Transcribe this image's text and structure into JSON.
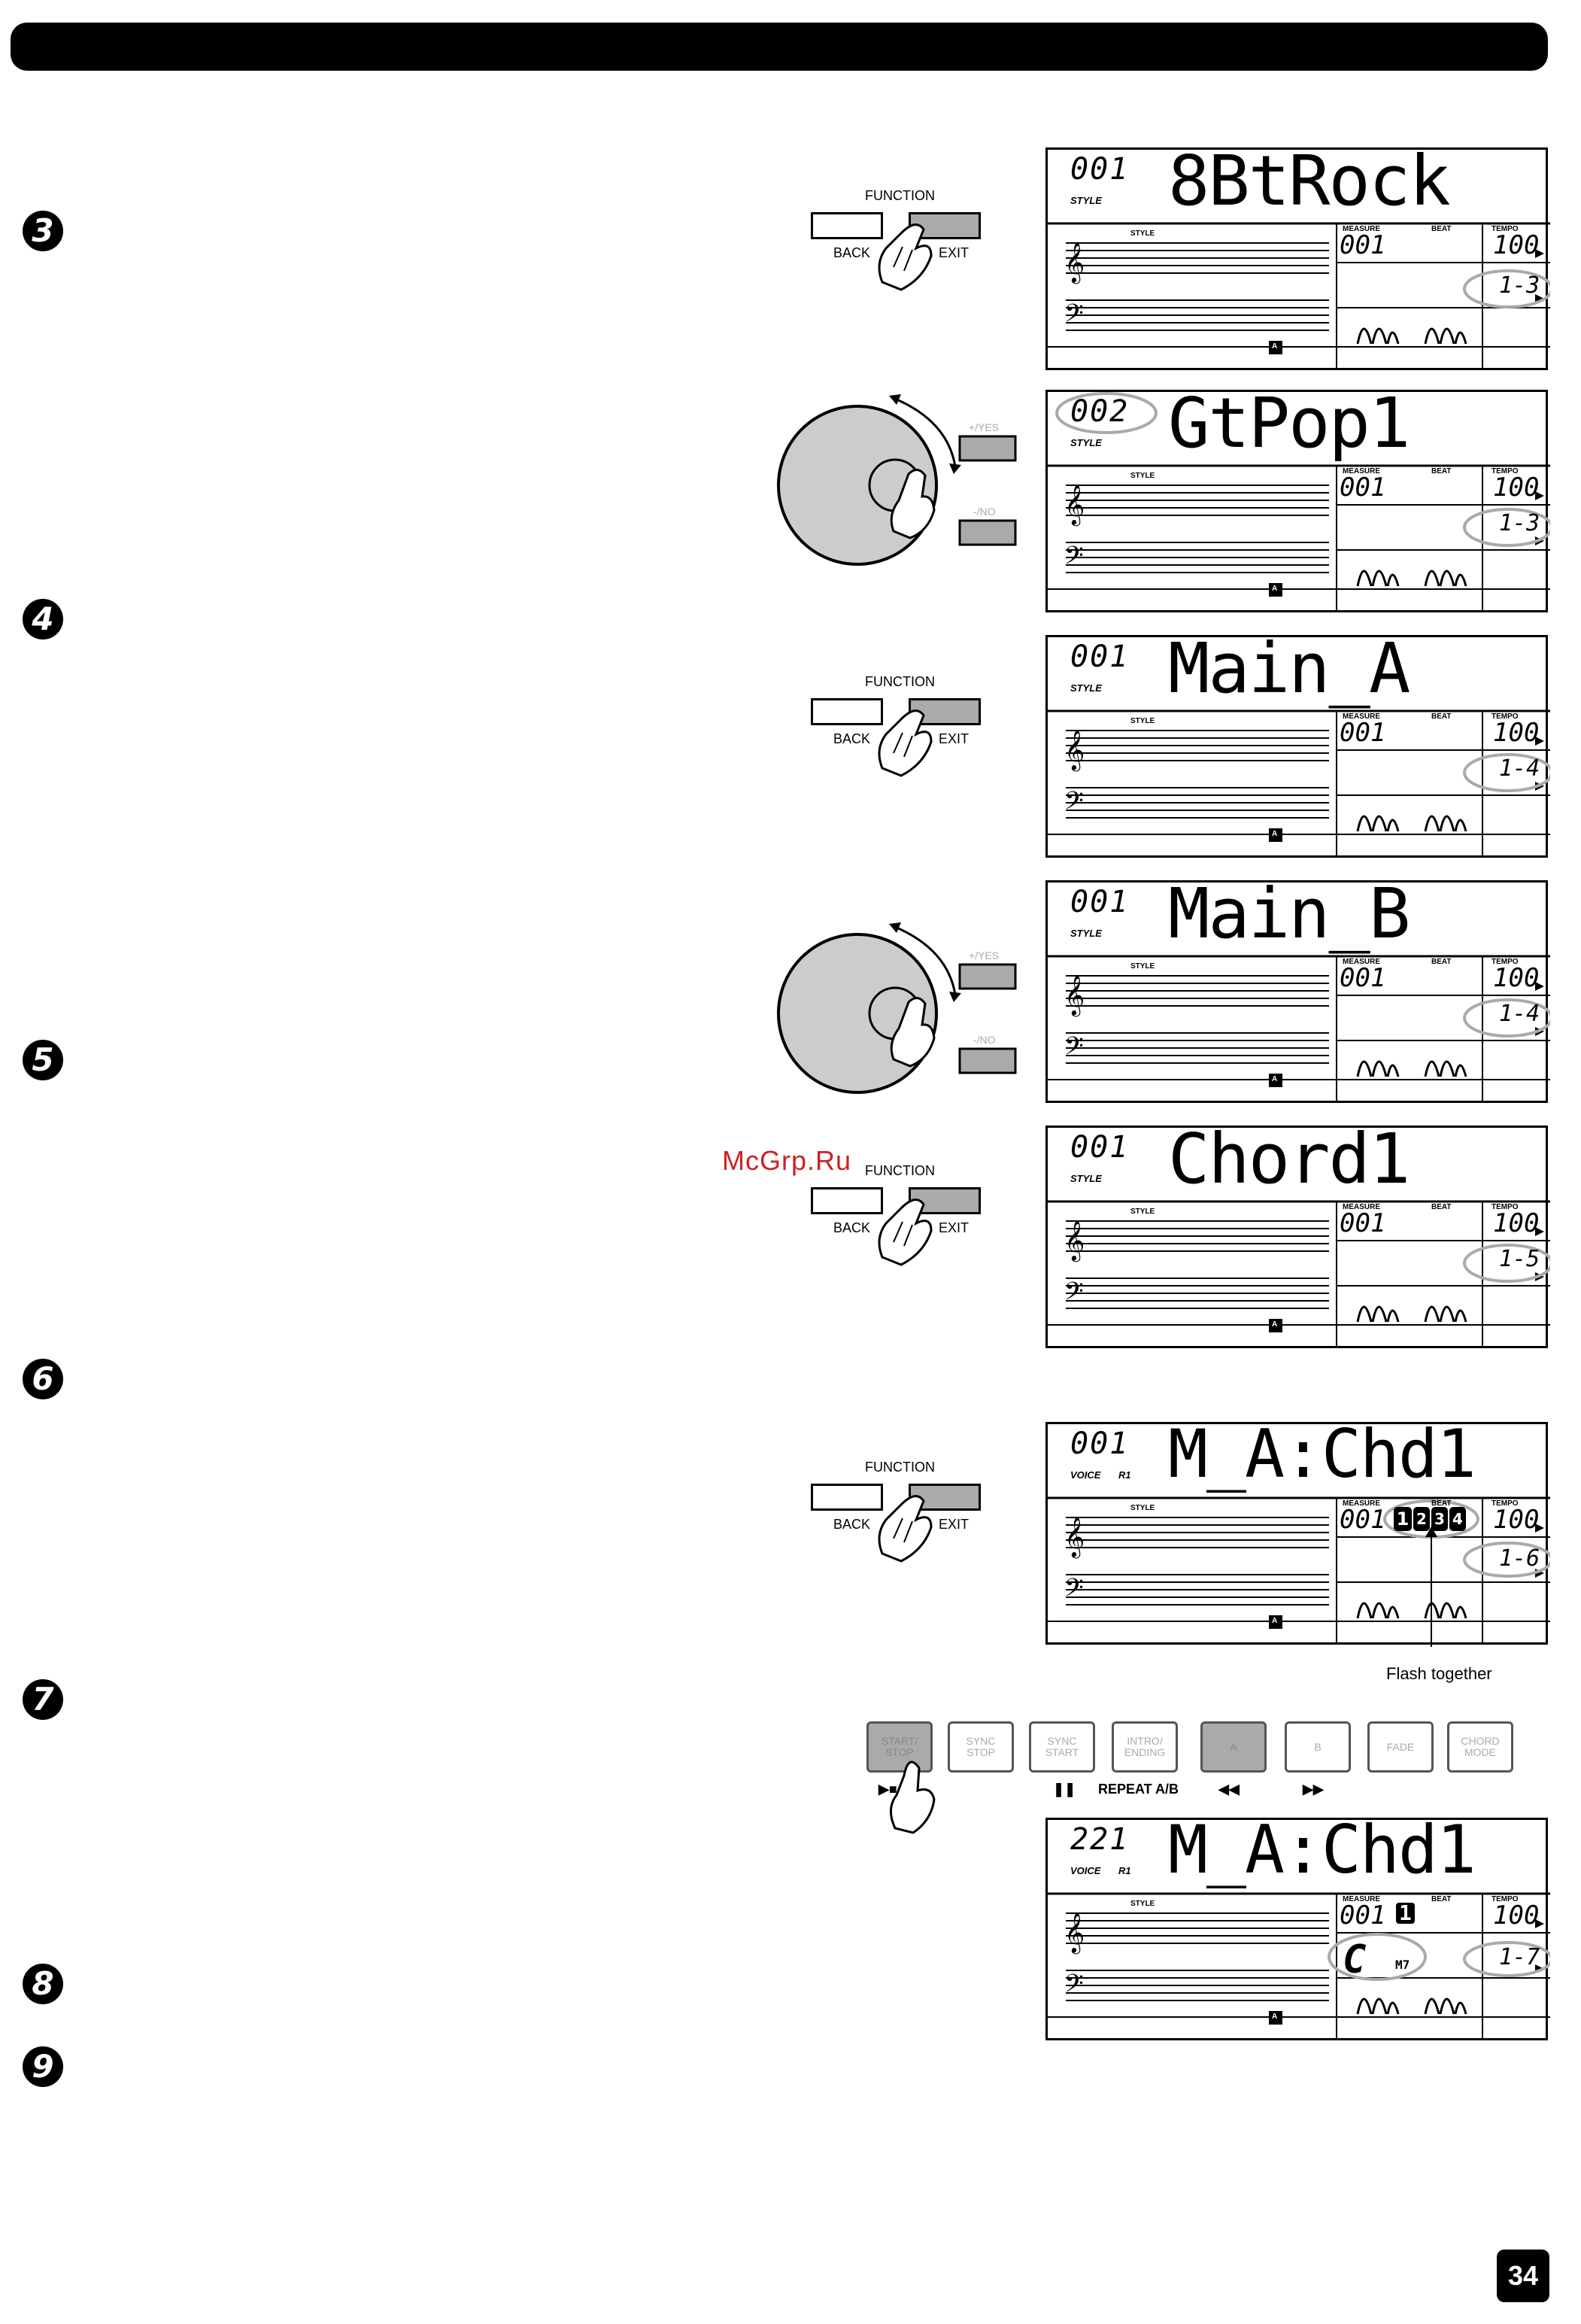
{
  "steps": [
    "3",
    "4",
    "5",
    "6",
    "7",
    "8",
    "9"
  ],
  "function_panel": {
    "function_label": "FUNCTION",
    "back_label": "BACK",
    "exit_label": "EXIT"
  },
  "dial_panel": {
    "yes_label": "+/YES",
    "no_label": "-/NO"
  },
  "displays": [
    {
      "number": "001",
      "sub": "STYLE",
      "name": "8BtRock",
      "measure": "001",
      "tempo": "100",
      "fn": "1-3"
    },
    {
      "number": "002",
      "sub": "STYLE",
      "name": "GtPop1",
      "measure": "001",
      "tempo": "100",
      "fn": "1-3"
    },
    {
      "number": "001",
      "sub": "STYLE",
      "name": "Main_A",
      "measure": "001",
      "tempo": "100",
      "fn": "1-4"
    },
    {
      "number": "001",
      "sub": "STYLE",
      "name": "Main_B",
      "measure": "001",
      "tempo": "100",
      "fn": "1-4"
    },
    {
      "number": "001",
      "sub": "STYLE",
      "name": "Chord1",
      "measure": "001",
      "tempo": "100",
      "fn": "1-5"
    },
    {
      "number": "001",
      "sub": "VOICE",
      "sub2": "R1",
      "name": "M_A:Chd1",
      "measure": "001",
      "tempo": "100",
      "fn": "1-6",
      "beats": [
        "1",
        "2",
        "3",
        "4"
      ]
    },
    {
      "number": "221",
      "sub": "VOICE",
      "sub2": "R1",
      "name": "M_A:Chd1",
      "measure": "001",
      "beat": "1",
      "tempo": "100",
      "fn": "1-7",
      "chord": "C",
      "chord_quality": "M7"
    }
  ],
  "lcd_labels": {
    "style_tag": "STYLE",
    "measure": "MEASURE",
    "beat": "BEAT",
    "tempo": "TEMPO",
    "section": "A"
  },
  "control_buttons": [
    {
      "label": "START/\nSTOP",
      "symbol": "▶■"
    },
    {
      "label": "SYNC\nSTOP",
      "symbol": ""
    },
    {
      "label": "SYNC\nSTART",
      "symbol": "❚❚"
    },
    {
      "label": "INTRO/\nENDING",
      "symbol": "REPEAT A/B"
    },
    {
      "label": "A",
      "symbol": "◀◀"
    },
    {
      "label": "B",
      "symbol": "▶▶"
    },
    {
      "label": "FADE",
      "symbol": ""
    },
    {
      "label": "CHORD\nMODE",
      "symbol": ""
    }
  ],
  "annotation": "Flash together",
  "watermark": "McGrp.Ru",
  "page_number": "34"
}
